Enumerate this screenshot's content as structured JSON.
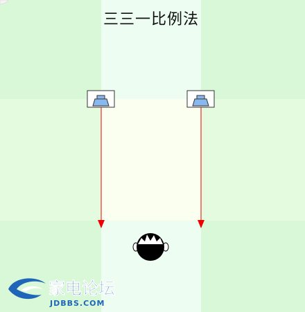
{
  "title": "三三一比例法",
  "colors": {
    "bg_green": "#d8f8d8",
    "bg_light_green": "#e4fbe0",
    "bg_center_column": "#edfdf2",
    "bg_center_area": "#fbfff0",
    "arrow": "#ee0000",
    "speaker_cone": "#88b8ee",
    "logo_blue": "#1f66b8"
  },
  "elements": {
    "left_speaker": "speaker-icon",
    "right_speaker": "speaker-icon",
    "listener": "listener-head-icon"
  },
  "watermark": {
    "name": "家电论坛",
    "url": "JDBBS.COM"
  }
}
